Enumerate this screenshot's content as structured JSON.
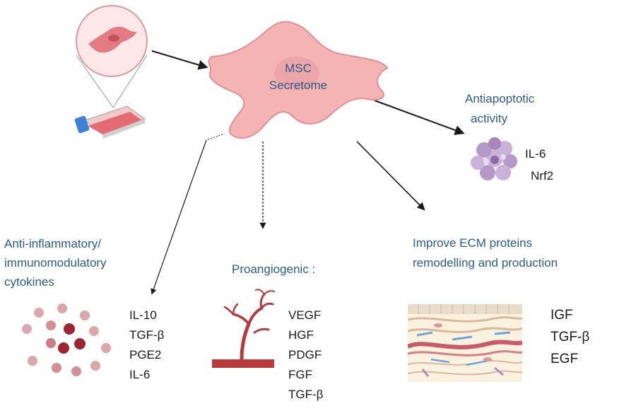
{
  "center": {
    "line1": "MSC",
    "line2": "Secretome"
  },
  "antiapoptotic": {
    "title_line1": "Antiapoptotic",
    "title_line2": "activity",
    "markers": [
      "IL-6",
      "Nrf2"
    ]
  },
  "anti_inflammatory": {
    "title_line1": "Anti-inflammatory/",
    "title_line2": "immunomodulatory",
    "title_line3": "cytokines",
    "markers": [
      "IL-10",
      "TGF-β",
      "PGE2",
      "IL-6"
    ]
  },
  "proangiogenic": {
    "title": "Proangiogenic :",
    "markers": [
      "VEGF",
      "HGF",
      "PDGF",
      "FGF",
      "TGF-β"
    ]
  },
  "ecm": {
    "title_line1": "Improve ECM proteins",
    "title_line2": "remodelling and production",
    "markers": [
      "IGF",
      "TGF-β",
      "EGF"
    ]
  },
  "colors": {
    "heading_blue": "#2a5c8a",
    "cell_pink": "#f4b4b4",
    "cell_outline": "#e38f93",
    "cytokine_dark": "#a0242f",
    "cytokine_light": "#d99a9e",
    "vessel_red": "#b83a3a",
    "apoptotic_purple": "#b59ac9"
  }
}
